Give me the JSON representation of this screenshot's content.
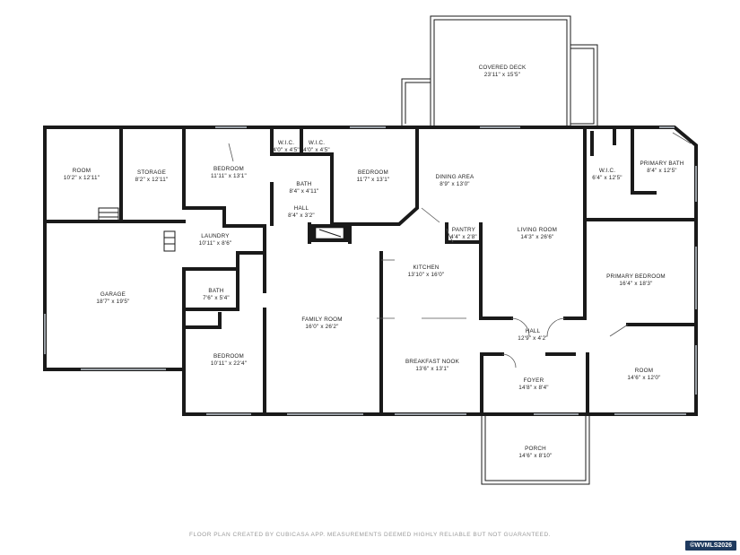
{
  "rooms": {
    "covered_deck": {
      "name": "COVERED DECK",
      "dim": "23'11\" x 15'5\""
    },
    "room_1": {
      "name": "ROOM",
      "dim": "10'2\" x 12'11\""
    },
    "storage": {
      "name": "STORAGE",
      "dim": "8'2\" x 12'11\""
    },
    "bedroom_1": {
      "name": "BEDROOM",
      "dim": "11'11\" x 13'1\""
    },
    "wic_1": {
      "name": "W.I.C.",
      "dim": "4'0\" x 4'5\""
    },
    "wic_2": {
      "name": "W.I.C.",
      "dim": "4'0\" x 4'5\""
    },
    "bath_1": {
      "name": "BATH",
      "dim": "8'4\" x 4'11\""
    },
    "hall_1": {
      "name": "HALL",
      "dim": "8'4\" x 3'2\""
    },
    "bedroom_2": {
      "name": "BEDROOM",
      "dim": "11'7\" x 13'1\""
    },
    "dining": {
      "name": "DINING AREA",
      "dim": "8'9\" x 13'0\""
    },
    "wic_3": {
      "name": "W.I.C.",
      "dim": "6'4\" x 12'5\""
    },
    "primary_bath": {
      "name": "PRIMARY BATH",
      "dim": "8'4\" x 12'5\""
    },
    "laundry": {
      "name": "LAUNDRY",
      "dim": "10'11\" x 8'6\""
    },
    "pantry": {
      "name": "PANTRY",
      "dim": "4'4\" x 2'8\""
    },
    "living": {
      "name": "LIVING ROOM",
      "dim": "14'3\" x 26'6\""
    },
    "kitchen": {
      "name": "KITCHEN",
      "dim": "13'10\" x 16'0\""
    },
    "primary_bedroom": {
      "name": "PRIMARY BEDROOM",
      "dim": "16'4\" x 18'3\""
    },
    "garage": {
      "name": "GARAGE",
      "dim": "18'7\" x 19'5\""
    },
    "bath_2": {
      "name": "BATH",
      "dim": "7'6\" x 5'4\""
    },
    "family": {
      "name": "FAMILY ROOM",
      "dim": "16'0\" x 26'2\""
    },
    "hall_2": {
      "name": "HALL",
      "dim": "12'9\" x 4'2\""
    },
    "bedroom_3": {
      "name": "BEDROOM",
      "dim": "10'11\" x 22'4\""
    },
    "breakfast": {
      "name": "BREAKFAST NOOK",
      "dim": "13'6\" x 13'1\""
    },
    "foyer": {
      "name": "FOYER",
      "dim": "14'8\" x 8'4\""
    },
    "room_2": {
      "name": "ROOM",
      "dim": "14'6\" x 12'0\""
    },
    "porch": {
      "name": "PORCH",
      "dim": "14'6\" x 8'10\""
    }
  },
  "footer": "FLOOR PLAN CREATED BY CUBICASA APP. MEASUREMENTS DEEMED HIGHLY RELIABLE BUT NOT GUARANTEED.",
  "badge": "©WVMLS2026",
  "colors": {
    "wall": "#1a1a1a",
    "window": "#9aa0a6",
    "badge_bg": "#1f3a5f"
  }
}
